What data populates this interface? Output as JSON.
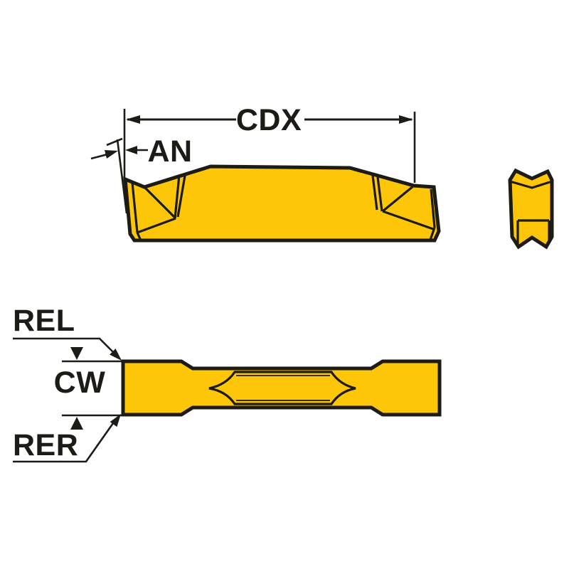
{
  "drawing": {
    "labels": {
      "cdx": "CDX",
      "an": "AN",
      "rel": "REL",
      "cw": "CW",
      "rer": "RER"
    },
    "colors": {
      "insert_fill": "#FDC608",
      "line": "#1D1B16",
      "background": "#FFFFFF"
    }
  }
}
